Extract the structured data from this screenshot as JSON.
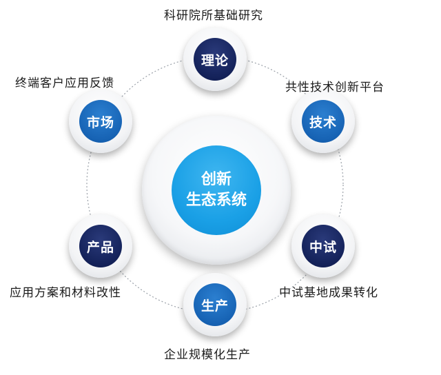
{
  "hub": {
    "line1": "创新",
    "line2": "生态系统"
  },
  "nodes": {
    "theory": {
      "label": "理论",
      "caption": "科研院所基础研究"
    },
    "technology": {
      "label": "技术",
      "caption": "共性技术创新平台"
    },
    "pilot": {
      "label": "中试",
      "caption": "中试基地成果转化"
    },
    "production": {
      "label": "生产",
      "caption": "企业规模化生产"
    },
    "product": {
      "label": "产品",
      "caption": "应用方案和材料改性"
    },
    "market": {
      "label": "市场",
      "caption": "终端客户应用反馈"
    }
  },
  "colors": {
    "navy": "#14225a",
    "blue": "#1763b4",
    "hub": "#1aa0e6"
  }
}
